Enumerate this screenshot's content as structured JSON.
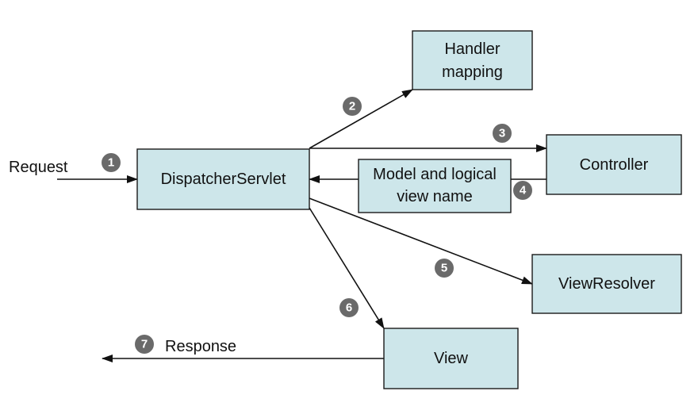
{
  "colors": {
    "box_fill": "#cde6ea",
    "box_stroke": "#1a1a1a",
    "arrow": "#111111",
    "step_badge": "#6a6a6a"
  },
  "labels": {
    "request": "Request",
    "response": "Response"
  },
  "boxes": {
    "dispatcher": "DispatcherServlet",
    "handler_line1": "Handler",
    "handler_line2": "mapping",
    "controller": "Controller",
    "model_line1": "Model and logical",
    "model_line2": "view name",
    "view_resolver": "ViewResolver",
    "view": "View"
  },
  "steps": [
    "1",
    "2",
    "3",
    "4",
    "5",
    "6",
    "7"
  ]
}
